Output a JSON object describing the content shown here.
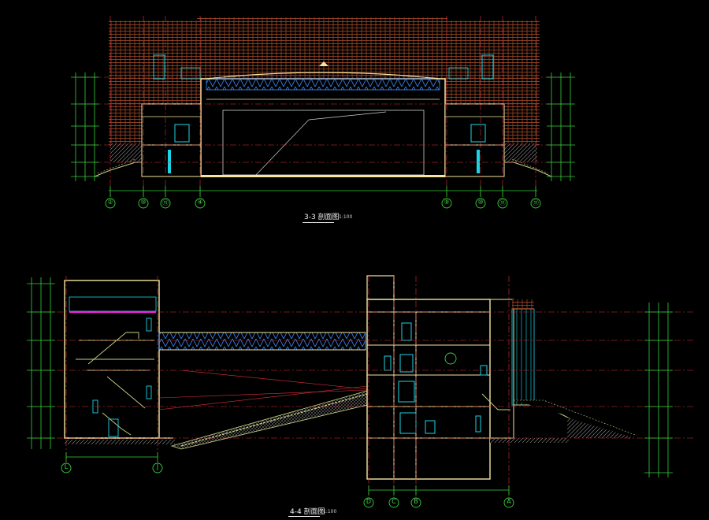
{
  "drawing": {
    "colors": {
      "background": "#000000",
      "brick": "#c0522c",
      "wall": "#f2e6a0",
      "window": "#19d6e6",
      "grid_axis": "#e0303a",
      "dimension": "#34d23a",
      "truss": "#3a8cff",
      "magenta": "#ff20ff",
      "stairs": "#c8d080"
    },
    "section_3_3": {
      "title": "3-3 剖面图",
      "scale": "1:100",
      "axis_labels": [
        "②",
        "⑩",
        "⑪",
        "④",
        "⑨",
        "⑩",
        "⑪",
        "⑪"
      ]
    },
    "section_4_4": {
      "title": "4-4 剖面图",
      "scale": "1:100",
      "axis_labels": [
        "L",
        "J",
        "D",
        "C",
        "B",
        "A"
      ]
    }
  }
}
